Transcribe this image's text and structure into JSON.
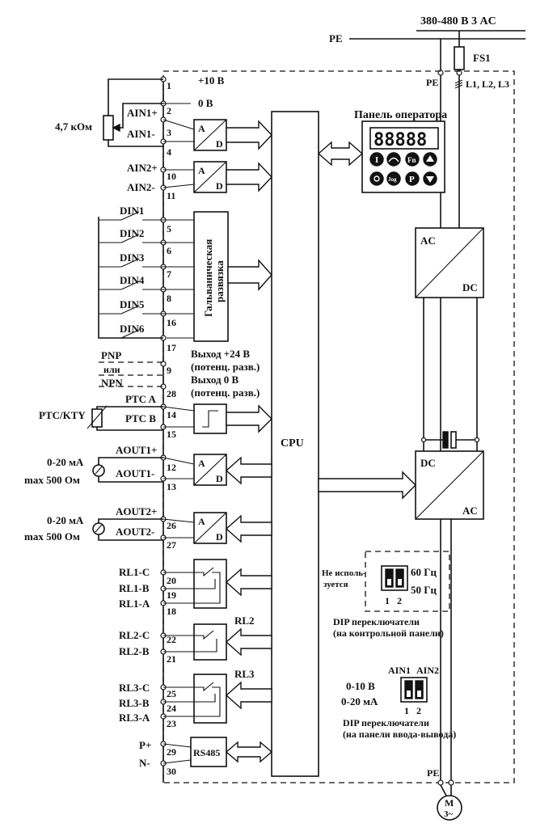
{
  "supply": {
    "voltage": "380-480 В  3 AC",
    "pe": "PE",
    "fuse": "FS1",
    "lines": "L1, L2, L3"
  },
  "pot": {
    "resistance": "4,7 кОм"
  },
  "terminals": {
    "t1_label": "+10 В",
    "t2_label": "0 В",
    "ain1p": "AIN1+",
    "ain1m": "AIN1-",
    "ain2p": "AIN2+",
    "ain2m": "AIN2-",
    "din": [
      "DIN1",
      "DIN2",
      "DIN3",
      "DIN4",
      "DIN5",
      "DIN6"
    ],
    "pnp": "PNP",
    "or": "или",
    "npn": "NPN",
    "out24": "Выход +24 В",
    "out24_note": "(потенц. разв.)",
    "out0": "Выход 0 В",
    "out0_note": "(потенц. разв.)",
    "ptca": "PTC A",
    "ptcb": "PTC B",
    "ptc_sensor": "PTC/KTY",
    "aout1p": "AOUT1+",
    "aout1m": "AOUT1-",
    "aout2p": "AOUT2+",
    "aout2m": "AOUT2-",
    "aout_range": "0-20 мА",
    "aout_max": "max  500 Ом",
    "rl1c": "RL1-C",
    "rl1b": "RL1-B",
    "rl1a": "RL1-A",
    "rl2c": "RL2-C",
    "rl2b": "RL2-B",
    "rl2": "RL2",
    "rl3c": "RL3-C",
    "rl3b": "RL3-B",
    "rl3a": "RL3-A",
    "rl3": "RL3",
    "pplus": "P+",
    "nminus": "N-",
    "numbers": [
      "1",
      "2",
      "3",
      "4",
      "10",
      "11",
      "5",
      "6",
      "7",
      "8",
      "16",
      "17",
      "9",
      "28",
      "14",
      "15",
      "12",
      "13",
      "26",
      "27",
      "20",
      "19",
      "18",
      "22",
      "21",
      "25",
      "24",
      "23",
      "29",
      "30"
    ]
  },
  "blocks": {
    "adc_a": "A",
    "adc_d": "D",
    "isolation_1": "Гальваническая",
    "isolation_2": "развязка",
    "cpu": "CPU",
    "rs485": "RS485",
    "panel_title": "Панель оператора",
    "panel_display": "88888",
    "panel_keys": [
      "I",
      "Fn",
      "P",
      "Jog"
    ],
    "rect_ac": "AC",
    "rect_dc": "DC",
    "inv_dc": "DC",
    "inv_ac": "AC"
  },
  "dip1": {
    "not_used_1": "Не исполь-",
    "not_used_2": "зуется",
    "hz60": "60 Гц",
    "hz50": "50 Гц",
    "n1": "1",
    "n2": "2",
    "caption_1": "DIP переключатели",
    "caption_2": "(на контрольной панели)"
  },
  "dip2": {
    "ain1": "AIN1",
    "ain2": "AIN2",
    "v010": "0-10 В",
    "ma020": "0-20 мА",
    "n1": "1",
    "n2": "2",
    "caption_1": "DIP переключатели",
    "caption_2": "(на панели ввода-вывода)"
  },
  "motor": {
    "pe": "PE",
    "m": "M",
    "phases": "3~"
  }
}
